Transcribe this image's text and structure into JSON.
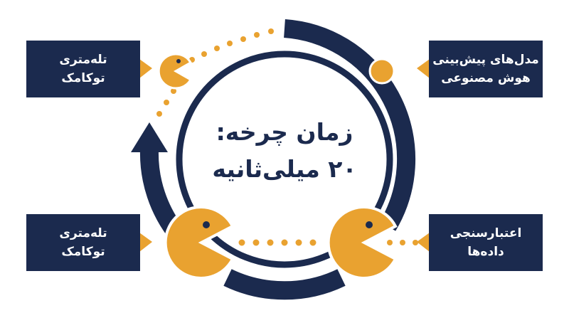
{
  "colors": {
    "navy": "#1b2a4e",
    "orange": "#e9a230",
    "white": "#ffffff"
  },
  "center": {
    "line1": "زمان چرخه:",
    "line2": "۲۰ میلی‌ثانیه"
  },
  "labels": {
    "top_left": {
      "line1": "تله‌متری",
      "line2": "توکامک"
    },
    "top_right": {
      "line1": "مدل‌های پیش‌بینی",
      "line2": "هوش مصنوعی"
    },
    "bottom_left": {
      "line1": "تله‌متری",
      "line2": "توکامک"
    },
    "bottom_right": {
      "line1": "اعتبارسنجی",
      "line2": "داده‌ها"
    }
  },
  "icons": {
    "cycle_ring": "cycle-ring",
    "pacman": "pacman-icon",
    "arrow": "up-arrow-icon",
    "dot": "orange-dot-icon"
  }
}
